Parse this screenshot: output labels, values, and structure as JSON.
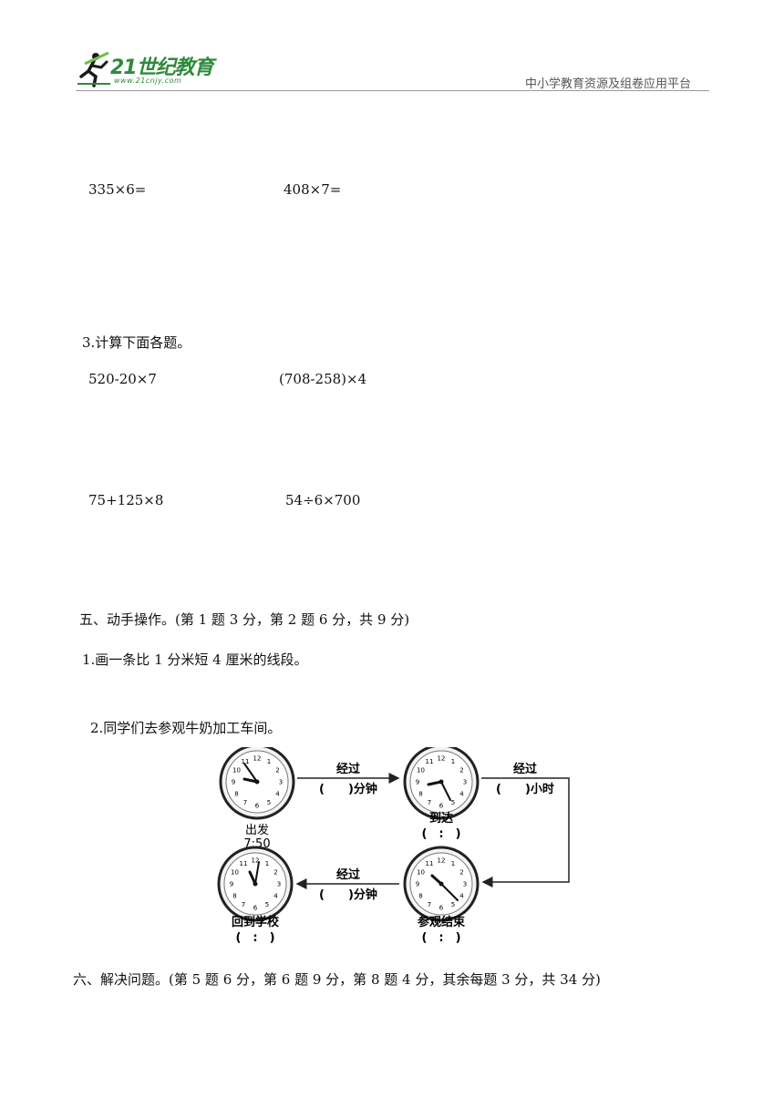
{
  "header": {
    "logo_text": "21世纪教育",
    "logo_url": "www.21cnjy.com",
    "platform": "中小学教育资源及组卷应用平台"
  },
  "multiplication": {
    "item1": "335×6=",
    "item2": "408×7="
  },
  "section3": {
    "title": "3.计算下面各题。",
    "item1": "520-20×7",
    "item2": "(708-258)×4",
    "item3": "75+125×8",
    "item4": "54÷6×700"
  },
  "section5": {
    "title": "五、动手操作。(第 1 题 3 分，第 2 题 6 分，共 9 分)",
    "q1": "1.画一条比 1 分米短 4 厘米的线段。",
    "q2": "2.同学们去参观牛奶加工车间。"
  },
  "diagram": {
    "pass_label": "经过",
    "minutes_label": "(　　)分钟",
    "hours_label": "(　　)小时",
    "depart_label": "出发",
    "depart_time": "7:50",
    "arrive_label": "到达",
    "time_blank": "(　:　)",
    "visit_end_label": "参观结束",
    "return_label": "回到学校",
    "clock_numbers": [
      "12",
      "1",
      "2",
      "3",
      "4",
      "5",
      "6",
      "7",
      "8",
      "9",
      "10",
      "11"
    ]
  },
  "section6": {
    "title": "六、解决问题。(第 5 题 6 分，第 6 题 9 分，第 8 题 4 分，其余每题 3 分，共 34 分)"
  }
}
